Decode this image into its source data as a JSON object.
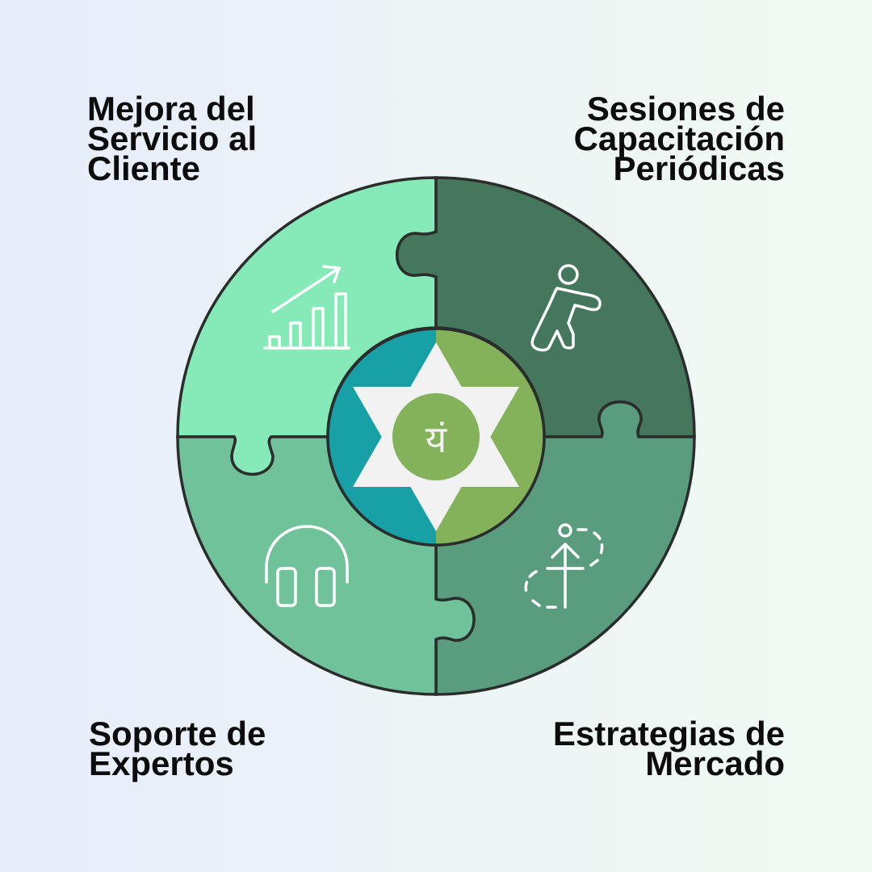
{
  "quadrants": {
    "top_left": {
      "label": "Mejora del\nServicio al\nCliente",
      "icon": "growth-chart-icon",
      "color": "#86e9b8"
    },
    "top_right": {
      "label": "Sesiones de\nCapacitación\nPeriódicas",
      "icon": "exercise-person-icon",
      "color": "#44775c"
    },
    "bottom_left": {
      "label": "Soporte de\nExpertos",
      "icon": "headphones-icon",
      "color": "#6fc29a"
    },
    "bottom_right": {
      "label": "Estrategias de\nMercado",
      "icon": "direction-arrow-icon",
      "color": "#5a9c7e"
    }
  },
  "center": {
    "symbol": "heart-chakra-icon",
    "glyph": "यं",
    "colors": {
      "left": "#17a0a6",
      "right": "#83b25b",
      "star": "#f2f2f2"
    }
  }
}
